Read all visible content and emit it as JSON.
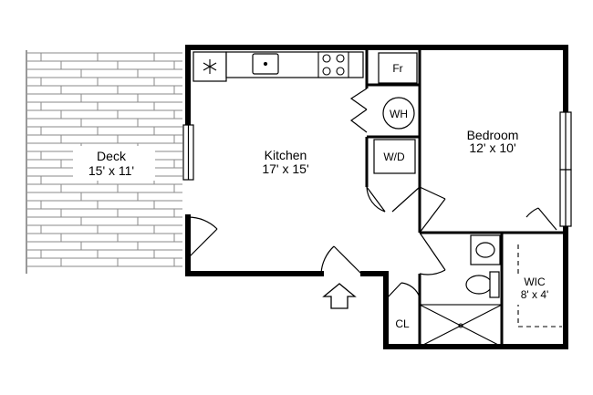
{
  "rooms": {
    "deck": {
      "name": "Deck",
      "size": "15' x 11'"
    },
    "kitchen": {
      "name": "Kitchen",
      "size": "17' x 15'"
    },
    "bedroom": {
      "name": "Bedroom",
      "size": "12' x 10'"
    },
    "wic": {
      "name": "WIC",
      "size": "8' x 4'"
    },
    "closet": {
      "name": "CL"
    }
  },
  "fixtures": {
    "fridge": "Fr",
    "water_heater": "WH",
    "washer_dryer": "W/D"
  },
  "icons": {
    "freezer": "snowflake-icon",
    "entry": "up-arrow-icon"
  },
  "colors": {
    "wall": "#000000",
    "deck_plank": "#8a8a8a",
    "background": "#ffffff"
  }
}
